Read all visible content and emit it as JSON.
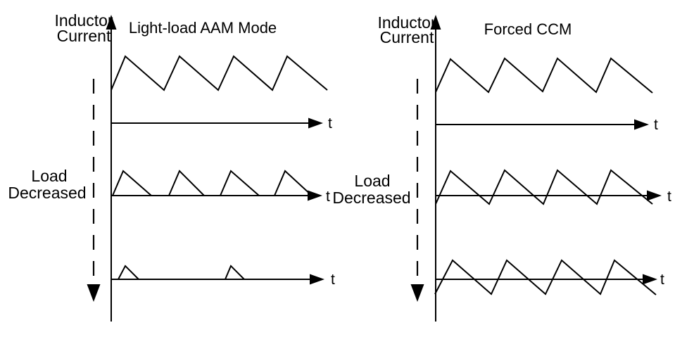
{
  "diagram": {
    "left_panel": {
      "title": "Light-load AAM Mode",
      "y_axis_label": [
        "Inductor",
        "Current"
      ],
      "load_arrow_label": [
        "Load",
        "Decreased"
      ],
      "time_axis_label": "t"
    },
    "right_panel": {
      "title": "Forced CCM",
      "y_axis_label": [
        "Inductor",
        "Current"
      ],
      "load_arrow_label": [
        "Load",
        "Decreased"
      ],
      "time_axis_label": "t"
    }
  },
  "chart_data": {
    "type": "line",
    "stroke_color": "#000000",
    "background_color": "#ffffff",
    "titles": [
      "Light-load AAM Mode",
      "Forced CCM"
    ],
    "waveforms": {
      "aam_top": [
        [
          [
            158,
            128
          ],
          [
            178,
            80
          ],
          [
            233,
            128
          ],
          [
            255,
            80
          ],
          [
            310,
            128
          ],
          [
            332,
            80
          ],
          [
            387,
            128
          ],
          [
            408,
            80
          ],
          [
            465,
            128
          ]
        ]
      ],
      "aam_mid": [
        [
          [
            160,
            278
          ],
          [
            175,
            243
          ],
          [
            215,
            278
          ]
        ],
        [
          [
            240,
            278
          ],
          [
            255,
            243
          ],
          [
            290,
            278
          ]
        ],
        [
          [
            313,
            278
          ],
          [
            328,
            243
          ],
          [
            368,
            278
          ]
        ],
        [
          [
            390,
            278
          ],
          [
            405,
            243
          ],
          [
            443,
            278
          ]
        ]
      ],
      "aam_bottom": [
        [
          [
            168,
            397
          ],
          [
            178,
            378
          ],
          [
            197,
            397
          ]
        ],
        [
          [
            320,
            397
          ],
          [
            328,
            378
          ],
          [
            347,
            397
          ]
        ]
      ],
      "ccm_top": [
        [
          [
            619,
            131
          ],
          [
            640,
            84
          ],
          [
            694,
            131
          ],
          [
            717,
            83
          ],
          [
            771,
            130
          ],
          [
            792,
            83
          ],
          [
            847,
            131
          ],
          [
            868,
            83
          ],
          [
            927,
            132
          ]
        ]
      ],
      "ccm_mid": [
        [
          [
            619,
            290
          ],
          [
            640,
            243
          ],
          [
            695,
            290
          ],
          [
            717,
            242
          ],
          [
            772,
            290
          ],
          [
            792,
            242
          ],
          [
            848,
            290
          ],
          [
            868,
            242
          ],
          [
            927,
            290
          ]
        ]
      ],
      "ccm_bottom": [
        [
          [
            618,
            418
          ],
          [
            643,
            370
          ],
          [
            698,
            418
          ],
          [
            720,
            370
          ],
          [
            775,
            418
          ],
          [
            798,
            370
          ],
          [
            853,
            418
          ],
          [
            873,
            370
          ],
          [
            932,
            419
          ]
        ]
      ]
    }
  }
}
